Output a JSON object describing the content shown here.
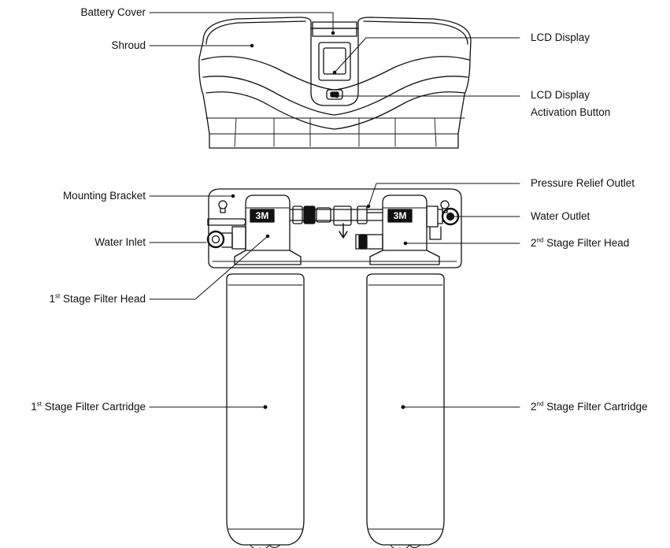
{
  "callouts": {
    "battery_cover": "Battery Cover",
    "shroud": "Shroud",
    "lcd_display": "LCD Display",
    "lcd_button_line1": "LCD Display",
    "lcd_button_line2": "Activation Button",
    "mounting_bracket": "Mounting Bracket",
    "pressure_relief_outlet": "Pressure Relief Outlet",
    "water_outlet": "Water Outlet",
    "water_inlet": "Water Inlet",
    "stage2_head_ord": "2",
    "stage2_head_sup": "nd",
    "stage2_head_text": " Stage Filter Head",
    "stage1_head_ord": "1",
    "stage1_head_sup": "st",
    "stage1_head_text": " Stage Filter Head",
    "stage1_cart_ord": "1",
    "stage1_cart_sup": "st",
    "stage1_cart_text": " Stage Filter Cartridge",
    "stage2_cart_ord": "2",
    "stage2_cart_sup": "nd",
    "stage2_cart_text": " Stage Filter Cartridge"
  },
  "logos": {
    "left_head": "3M",
    "right_head": "3M"
  },
  "colors": {
    "line": "#111111",
    "background": "#ffffff"
  }
}
